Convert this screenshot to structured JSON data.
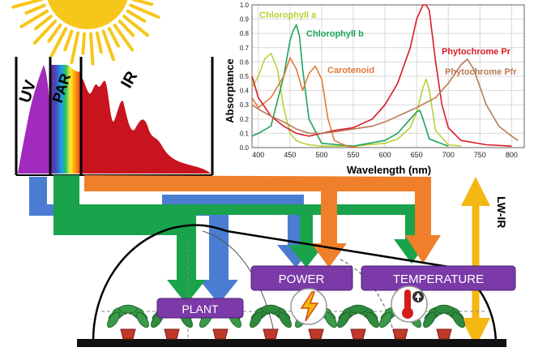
{
  "colors": {
    "sun": "#f7c61a",
    "arrow_blue": "#4a7dd1",
    "arrow_green": "#19a34a",
    "arrow_orange": "#ef7f2a",
    "arrow_yellow": "#f5b712",
    "box_purple": "#7b3aa8",
    "ir_red": "#c8141e"
  },
  "spectrum": {
    "labels": {
      "uv": "UV",
      "par": "PAR",
      "ir": "IR"
    }
  },
  "chart_data": {
    "type": "line",
    "xlabel": "Wavelength (nm)",
    "ylabel": "Absorptance",
    "xlim": [
      390,
      820
    ],
    "ylim": [
      0,
      1.0
    ],
    "x_ticks": [
      400,
      450,
      500,
      550,
      600,
      650,
      700,
      750,
      800
    ],
    "y_ticks": [
      0.0,
      0.1,
      0.2,
      0.3,
      0.4,
      0.5,
      0.6,
      0.7,
      0.8,
      0.9,
      1.0
    ],
    "grid": true,
    "series": [
      {
        "name": "Chlorophyll a",
        "color": "#b5d334",
        "x": [
          390,
          400,
          410,
          420,
          430,
          440,
          450,
          460,
          470,
          480,
          500,
          550,
          600,
          620,
          640,
          650,
          660,
          665,
          670,
          680,
          700,
          720
        ],
        "y": [
          0.42,
          0.5,
          0.62,
          0.66,
          0.55,
          0.28,
          0.1,
          0.05,
          0.03,
          0.02,
          0.01,
          0.01,
          0.03,
          0.06,
          0.14,
          0.25,
          0.42,
          0.48,
          0.4,
          0.12,
          0.02,
          0.01
        ]
      },
      {
        "name": "Chlorophyll b",
        "color": "#1ea35a",
        "x": [
          390,
          400,
          420,
          440,
          450,
          455,
          460,
          465,
          470,
          480,
          500,
          550,
          600,
          620,
          640,
          650,
          655,
          660,
          670,
          700
        ],
        "y": [
          0.08,
          0.1,
          0.15,
          0.5,
          0.75,
          0.82,
          0.86,
          0.78,
          0.55,
          0.2,
          0.03,
          0.01,
          0.05,
          0.1,
          0.2,
          0.25,
          0.26,
          0.2,
          0.06,
          0.01
        ]
      },
      {
        "name": "Carotenoid",
        "color": "#e07a3a",
        "x": [
          390,
          400,
          420,
          440,
          450,
          460,
          470,
          480,
          490,
          500,
          510,
          520,
          540,
          560
        ],
        "y": [
          0.35,
          0.28,
          0.35,
          0.5,
          0.63,
          0.55,
          0.4,
          0.52,
          0.57,
          0.48,
          0.2,
          0.05,
          0.01,
          0.0
        ]
      },
      {
        "name": "Phytochrome Pr",
        "color": "#d81c26",
        "x": [
          390,
          400,
          420,
          440,
          460,
          480,
          500,
          520,
          550,
          580,
          600,
          620,
          640,
          650,
          660,
          665,
          670,
          680,
          690,
          700,
          720,
          760,
          800
        ],
        "y": [
          0.5,
          0.35,
          0.22,
          0.15,
          0.1,
          0.08,
          0.1,
          0.12,
          0.14,
          0.2,
          0.3,
          0.45,
          0.7,
          0.9,
          1.0,
          1.0,
          0.96,
          0.6,
          0.3,
          0.14,
          0.05,
          0.02,
          0.01
        ]
      },
      {
        "name": "Phytochrome Pfr",
        "color": "#b97a56",
        "x": [
          390,
          400,
          420,
          440,
          460,
          480,
          500,
          520,
          550,
          580,
          600,
          620,
          650,
          680,
          700,
          720,
          730,
          740,
          760,
          780,
          800,
          810
        ],
        "y": [
          0.3,
          0.27,
          0.22,
          0.18,
          0.13,
          0.1,
          0.1,
          0.11,
          0.13,
          0.15,
          0.18,
          0.22,
          0.28,
          0.35,
          0.45,
          0.58,
          0.62,
          0.55,
          0.3,
          0.15,
          0.08,
          0.05
        ]
      }
    ],
    "annotations": [
      {
        "text": "Chlorophyll a",
        "series": 0
      },
      {
        "text": "Chlorophyll b",
        "series": 1
      },
      {
        "text": "Carotenoid",
        "series": 2
      },
      {
        "text": "Phytochrome Pr",
        "series": 3
      },
      {
        "text": "Phytochrome Pfr",
        "series": 4
      }
    ]
  },
  "labels": {
    "lw_ir": "LW-IR",
    "plant": "PLANT",
    "power": "POWER",
    "temperature": "TEMPERATURE"
  },
  "icons": {
    "power": "lightning-icon",
    "temperature": "thermometer-icon",
    "sun": "sun-icon",
    "plant": "potted-plant-icon"
  }
}
